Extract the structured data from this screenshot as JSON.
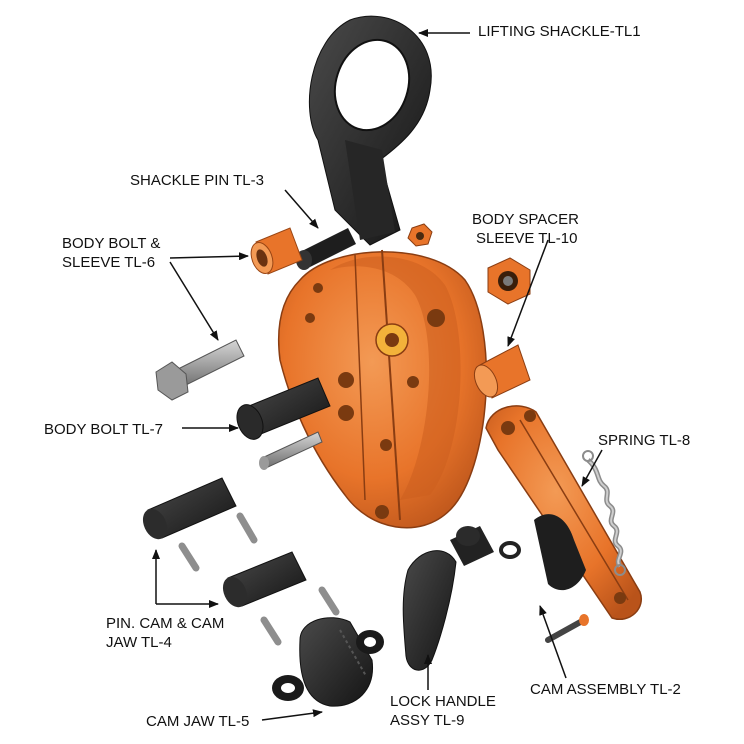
{
  "colors": {
    "orange": "#e8742a",
    "orange_dark": "#b9531a",
    "orange_light": "#f39a55",
    "black_part": "#2b2b2b",
    "black_dark": "#161616",
    "steel": "#a9a9a9",
    "steel_dark": "#6e6e6e",
    "label": "#111111",
    "arrow": "#111111"
  },
  "parts": [
    {
      "id": "lifting-shackle",
      "lines": [
        "LIFTING SHACKLE-TL1"
      ]
    },
    {
      "id": "shackle-pin",
      "lines": [
        "SHACKLE PIN TL-3"
      ]
    },
    {
      "id": "body-bolt-sleeve",
      "lines": [
        "BODY BOLT &",
        "SLEEVE TL-6"
      ]
    },
    {
      "id": "body-spacer-sleeve",
      "lines": [
        "BODY SPACER",
        "SLEEVE TL-10"
      ]
    },
    {
      "id": "body-bolt",
      "lines": [
        "BODY BOLT TL-7"
      ]
    },
    {
      "id": "spring",
      "lines": [
        "SPRING TL-8"
      ]
    },
    {
      "id": "pin-cam-jaw",
      "lines": [
        "PIN. CAM & CAM",
        "JAW TL-4"
      ]
    },
    {
      "id": "lock-handle",
      "lines": [
        "LOCK HANDLE",
        "ASSY TL-9"
      ]
    },
    {
      "id": "cam-assembly",
      "lines": [
        "CAM ASSEMBLY TL-2"
      ]
    },
    {
      "id": "cam-jaw",
      "lines": [
        "CAM JAW TL-5"
      ]
    }
  ]
}
